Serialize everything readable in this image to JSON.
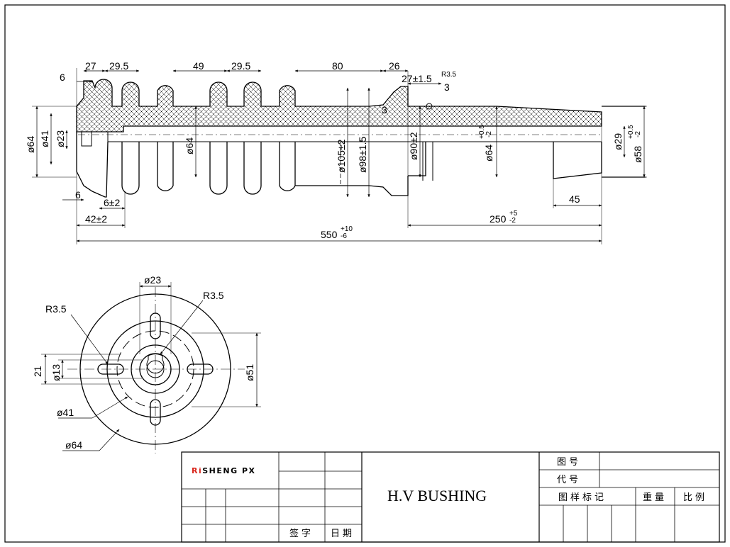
{
  "title_block": {
    "company": "RISHENG PX",
    "company_prefix": "Ri",
    "company_rest": "SHENG PX",
    "title": "H.V BUSHING",
    "drawing_no": "图号",
    "code_no": "代号",
    "sample_mark": "图样标记",
    "weight": "重量",
    "scale": "比例",
    "signature": "签字",
    "date": "日期"
  },
  "side_view": {
    "dims": {
      "d6_top": "6",
      "d27": "27",
      "d29_5a": "29.5",
      "d49": "49",
      "d29_5b": "29.5",
      "d80": "80",
      "d26": "26",
      "d27_tol": "27±1.5",
      "r3_5": "R3.5",
      "d3_top": "3",
      "d3_mid": "3",
      "dia64_left": "ø64",
      "dia41": "ø41",
      "dia23": "ø23",
      "dia64_mid": "ø64",
      "dia105": "ø105±2",
      "dia98": "ø98±1.5",
      "dia90": "ø90±2",
      "dia64_right": "ø64",
      "dia64_right_tol_up": "+0.5",
      "dia64_right_tol_dn": "-2",
      "dia29": "ø29",
      "dia58": "ø58",
      "dia58_tol_up": "+0.5",
      "dia58_tol_dn": "-2",
      "d6_bottom": "6",
      "d6_tol": "6±2",
      "d42": "42±2",
      "d45": "45",
      "d250": "250",
      "d250_tol_up": "+5",
      "d250_tol_dn": "-2",
      "d550": "550",
      "d550_tol_up": "+10",
      "d550_tol_dn": "-6"
    }
  },
  "end_view": {
    "dims": {
      "dia23": "ø23",
      "r3_5_right": "R3.5",
      "r3_5_left": "R3.5",
      "d21": "21",
      "dia13": "ø13",
      "dia51": "ø51",
      "dia41": "ø41",
      "dia64": "ø64"
    }
  },
  "colors": {
    "line": "#000000",
    "background": "#ffffff",
    "logo_red": "#d9261c"
  }
}
